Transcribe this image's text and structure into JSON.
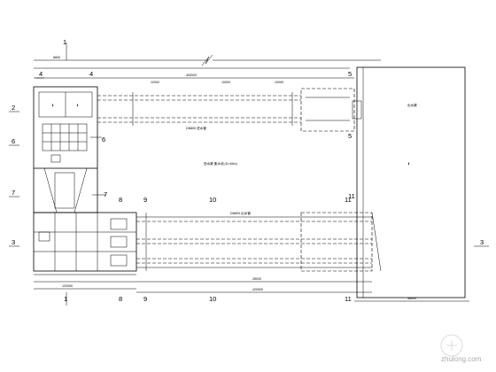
{
  "drawing": {
    "top_section_labels": [
      "1",
      "1"
    ],
    "left_axis": [
      "4",
      "2",
      "6",
      "7",
      "3"
    ],
    "right_axis": [
      "4",
      "5",
      "5",
      "11",
      "3"
    ],
    "top_section_1": "1",
    "bottom_axis": [
      "1",
      "8",
      "9",
      "10",
      "11"
    ],
    "mid_axis": [
      "8",
      "9",
      "10",
      "11"
    ],
    "inner_labels": {
      "six": "6",
      "seven": "7"
    },
    "top_dimensions": [
      "400000",
      "8800",
      "12000",
      "10000",
      "10000"
    ],
    "bottom_dimensions": [
      "120000",
      "420000",
      "28000",
      "38000"
    ],
    "notes": {
      "main": "进水渠 集水池 (D=45m)",
      "right": "出水渠",
      "pipe1": "DN800 进水管",
      "pipe2": "DN800 出水管"
    }
  },
  "watermark": {
    "brand": "zhulong.com"
  }
}
